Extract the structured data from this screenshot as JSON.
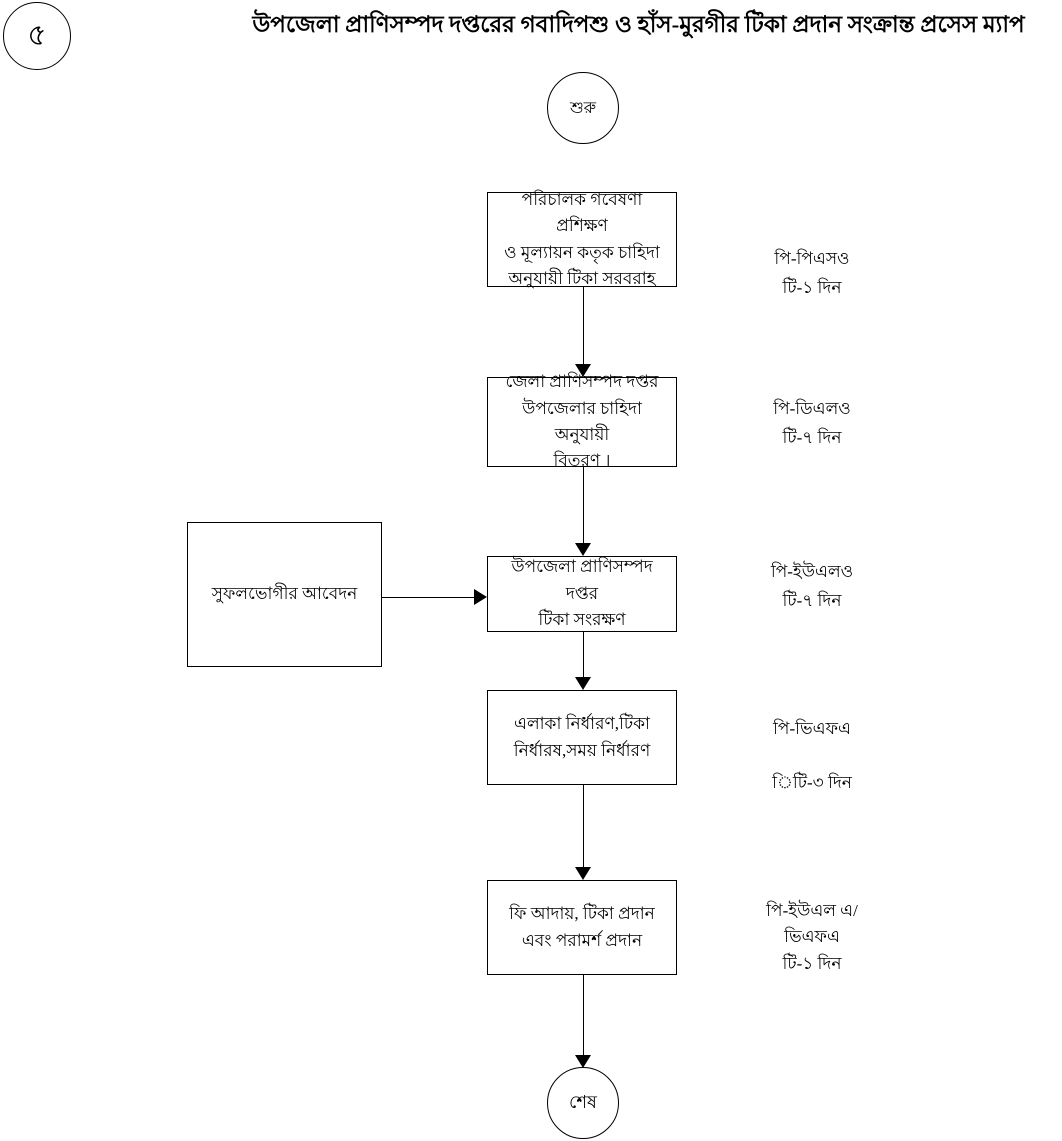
{
  "page": {
    "number": "৫",
    "title": "উপজেলা প্রাণিসম্পদ দপ্তরের গবাদিপশু ও হাঁস-মুরগীর টিকা প্রদান সংক্রান্ত  প্রসেস ম্যাপ"
  },
  "flowchart": {
    "start_label": "শুরু",
    "end_label": "শেষ",
    "boxes": [
      {
        "label": "পরিচালক গবেষণা প্রশিক্ষণ\nও মূল্যায়ন কতৃক চাহিদা\nঅনুযায়ী টিকা সরবরাহ"
      },
      {
        "label": "জেলা প্রাণিসম্পদ দপ্তর\nউপজেলার চাহিদা অনুযায়ী\nবিতরণ ।"
      },
      {
        "label": "উপজেলা প্রাণিসম্পদ দপ্তর\nটিকা সংরক্ষণ"
      },
      {
        "label": "এলাকা নির্ধারণ,টিকা\nনির্ধারষ,সময় নির্ধারণ"
      },
      {
        "label": "ফি আদায়, টিকা  প্রদান\nএবং পরামর্শ প্রদান"
      }
    ],
    "side_box": {
      "label": "সুফলভোগীর আবেদন"
    },
    "annotations": [
      {
        "label": "পি-পিএসও\nটি-১ দিন"
      },
      {
        "label": "পি-ডিএলও\nটি-৭ দিন"
      },
      {
        "label": "পি-ইউএলও\nটি-৭ দিন"
      },
      {
        "label": "পি-ভিএফএ\n\nিটি-৩ দিন"
      },
      {
        "label": "পি-ইউএল এ/\nভিএফএ\nটি-১ দিন"
      }
    ]
  }
}
